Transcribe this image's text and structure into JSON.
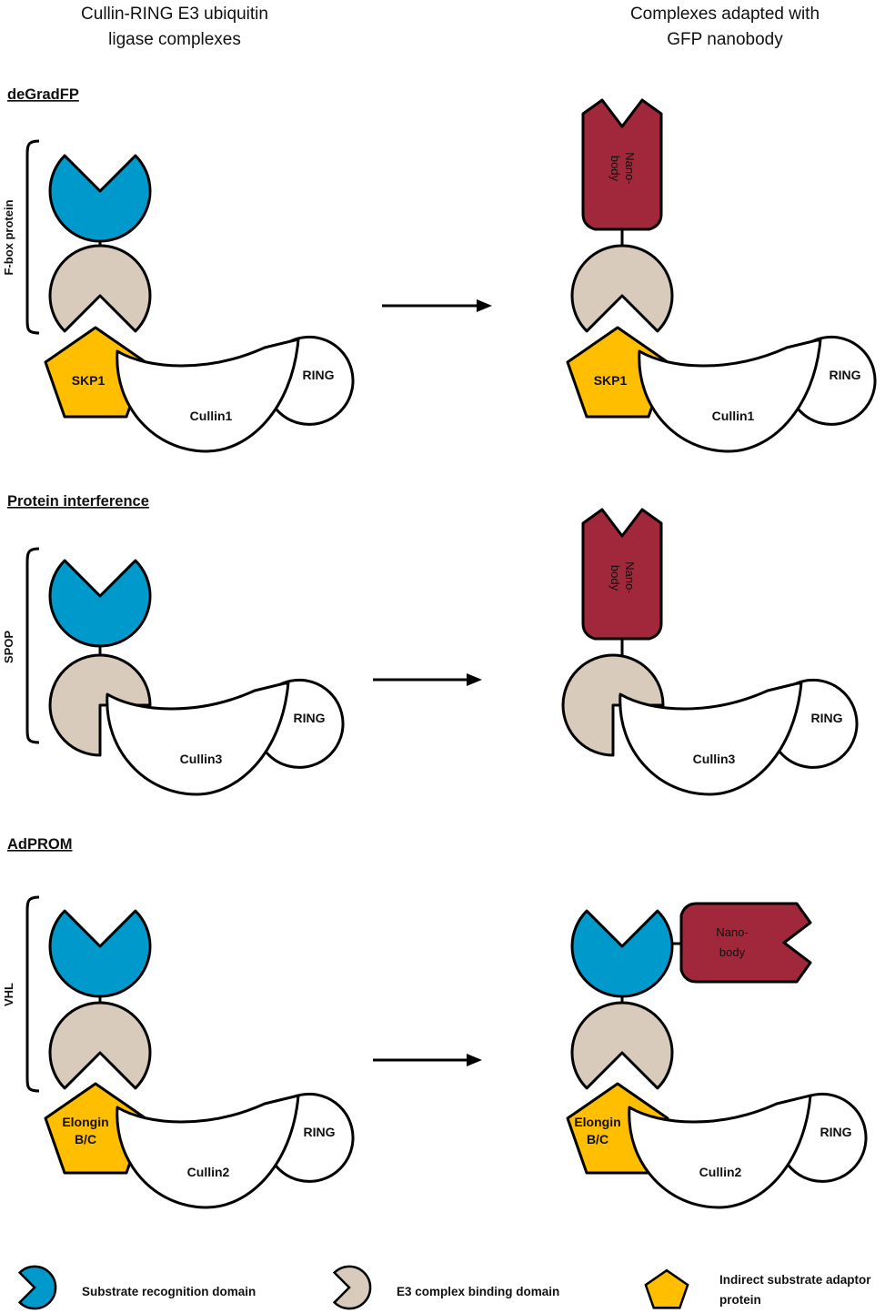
{
  "header": {
    "left_title_line1": "Cullin-RING E3 ubiquitin",
    "left_title_line2": "ligase complexes",
    "right_title_line1": "Complexes adapted with",
    "right_title_line2": "GFP nanobody"
  },
  "sections": {
    "degradfp": {
      "title": "deGradFP",
      "bracket_label": "F-box protein",
      "adaptor_label": "SKP1",
      "cullin_label": "Cullin1",
      "ring_label": "RING",
      "nanobody_line1": "Nano-",
      "nanobody_line2": "body"
    },
    "protein_interference": {
      "title": "Protein interference",
      "bracket_label": "SPOP",
      "cullin_label": "Cullin3",
      "ring_label": "RING",
      "nanobody_line1": "Nano-",
      "nanobody_line2": "body"
    },
    "adprom": {
      "title": "AdPROM",
      "bracket_label": "VHL",
      "adaptor_line1": "Elongin",
      "adaptor_line2": "B/C",
      "cullin_label": "Cullin2",
      "ring_label": "RING",
      "nanobody_line1": "Nano-",
      "nanobody_line2": "body"
    }
  },
  "legend": {
    "substrate_recognition": "Substrate recognition domain",
    "e3_binding": "E3 complex binding domain",
    "adaptor_line1": "Indirect substrate adaptor",
    "adaptor_line2": "protein"
  },
  "colors": {
    "substrate_recognition": "#0099CC",
    "e3_binding": "#D9CBBB",
    "adaptor": "#FFBE00",
    "nanobody": "#A0283A",
    "outline": "#000000"
  }
}
